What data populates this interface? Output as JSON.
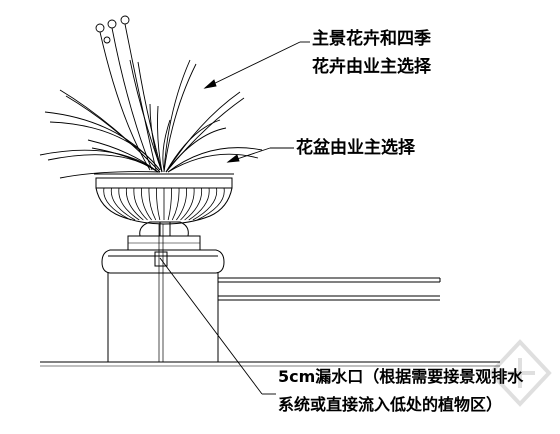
{
  "labels": {
    "flower_line1": "主景花卉和四季",
    "flower_line2": "花卉由业主选择",
    "pot": "花盆由业主选择",
    "drain_line1": "5cm漏水口（根据需要接景观排水",
    "drain_line2": "系统或直接流入低处的植物区）"
  },
  "colors": {
    "line": "#000000",
    "background": "#ffffff"
  }
}
